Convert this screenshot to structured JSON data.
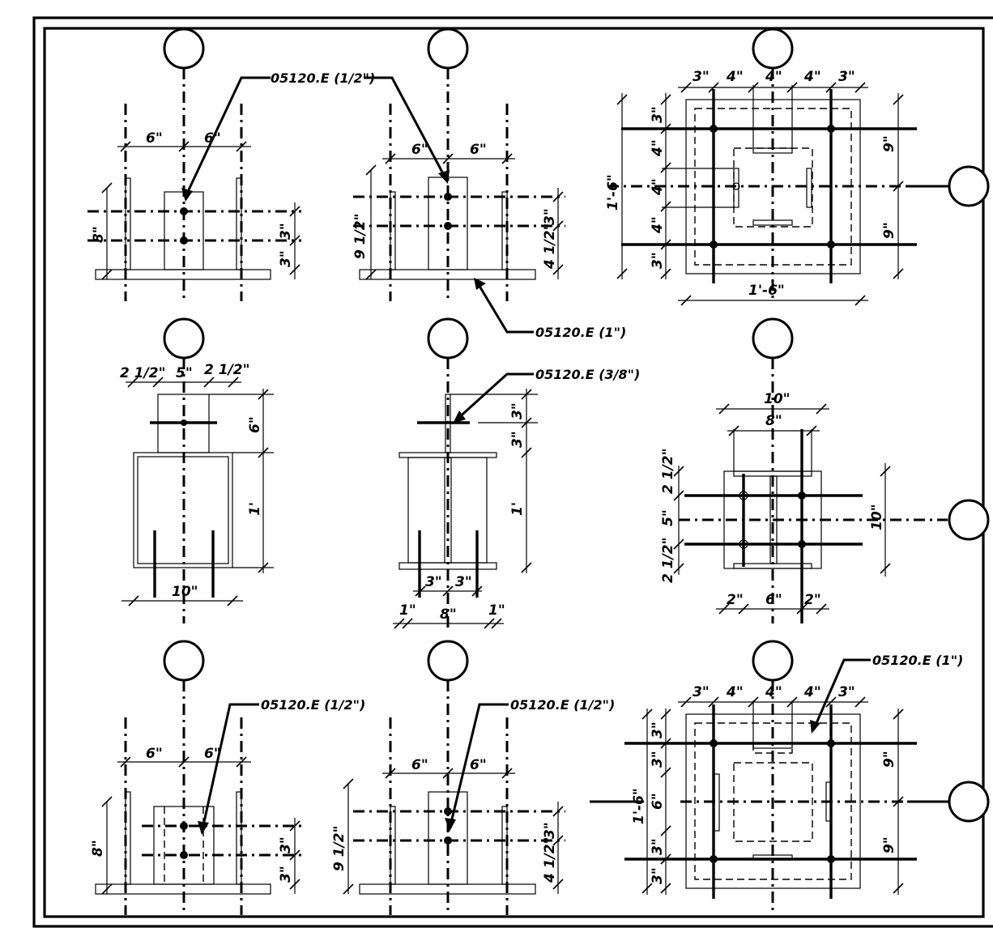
{
  "details": {
    "top_left": {
      "dim_left": "6\"",
      "dim_right": "6\"",
      "dim_height": "8\"",
      "dim_upper": "3\"",
      "dim_lower": "3\""
    },
    "top_mid": {
      "dim_left": "6\"",
      "dim_right": "6\"",
      "dim_height": "9 1/2\"",
      "dim_upper": "3\"",
      "dim_lower": "4 1/2\""
    },
    "top_right": {
      "top_dims": [
        "3\"",
        "4\"",
        "4\"",
        "4\"",
        "3\""
      ],
      "left_dims": [
        "3\"",
        "4\"",
        "4\"",
        "4\"",
        "3\""
      ],
      "overall_height": "1'-6\"",
      "overall_width": "1'-6\"",
      "right_upper": "9\"",
      "right_lower": "9\""
    },
    "mid_left": {
      "top_left": "2 1/2\"",
      "top_mid": "5\"",
      "top_right": "2 1/2\"",
      "dim_upper": "6\"",
      "dim_side": "1'",
      "dim_bottom": "10\""
    },
    "mid_mid": {
      "dim_a": "3\"",
      "dim_b": "3\"",
      "dim_side": "1'",
      "bot_left": "3\"",
      "bot_right": "3\"",
      "bot_edge_l": "1\"",
      "bot_edge_r": "1\"",
      "bot_total": "8\""
    },
    "mid_right": {
      "top_outer": "10\"",
      "top_inner": "8\"",
      "left_a": "2 1/2\"",
      "left_b": "5\"",
      "left_c": "2 1/2\"",
      "right": "10\"",
      "bot_a": "2\"",
      "bot_b": "6\"",
      "bot_c": "2\""
    },
    "bot_left": {
      "dim_left": "6\"",
      "dim_right": "6\"",
      "dim_height": "8\"",
      "dim_upper": "3\"",
      "dim_lower": "3\""
    },
    "bot_mid": {
      "dim_left": "6\"",
      "dim_right": "6\"",
      "dim_height": "9 1/2\"",
      "dim_upper": "3\"",
      "dim_lower": "4 1/2\""
    },
    "bot_right": {
      "top_dims": [
        "3\"",
        "4\"",
        "4\"",
        "4\"",
        "3\""
      ],
      "left_dims": [
        "3\"",
        "3\"",
        "6\"",
        "3\"",
        "3\""
      ],
      "overall_height": "1'-6\"",
      "right_upper": "9\"",
      "right_lower": "9\""
    }
  },
  "notes": {
    "n1": "05120.E (1/2\")",
    "n2": "05120.E (1\")",
    "n3": "05120.E (3/8\")",
    "n4": "05120.E (1\")",
    "n5": "05120.E (1/2\")",
    "n6": "05120.E (1/2\")"
  }
}
